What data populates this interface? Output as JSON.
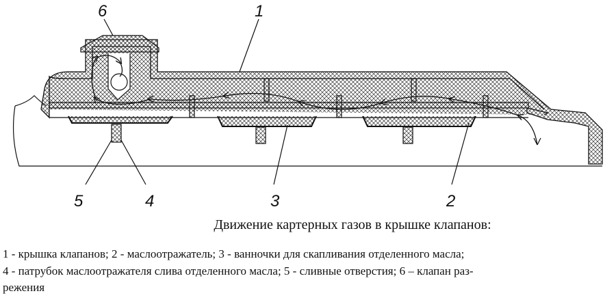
{
  "figure": {
    "callouts": [
      "1",
      "2",
      "3",
      "4",
      "5",
      "6"
    ],
    "caption": "Движение картерных газов в крышке клапанов:",
    "legend_lines": [
      "1 - крышка клапанов; 2 - маслоотражатель; 3 - ванночки для скапливания отделенного масла;",
      "4 - патрубок маслоотражателя слива отделенного масла; 5 - сливные отверстия; 6 – клапан раз-",
      "режения"
    ]
  }
}
